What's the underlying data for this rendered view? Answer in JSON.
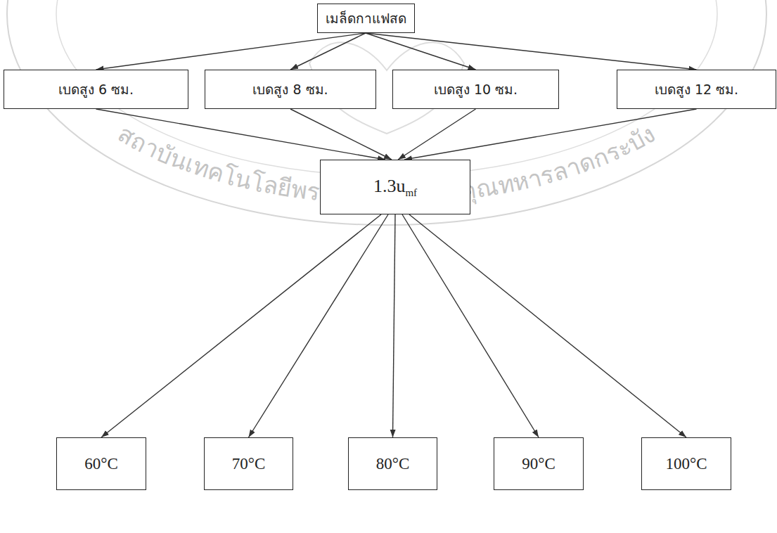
{
  "diagram": {
    "nodes": [
      {
        "text": [
          "เมล็ดกาแฟสด"
        ]
      },
      {
        "text": [
          "เบดสูง 6 ซม."
        ]
      },
      {
        "text": [
          "เบดสูง 8 ซม."
        ]
      },
      {
        "text": [
          "เบดสูง 10 ซม."
        ]
      },
      {
        "text": [
          "เบดสูง 12 ซม."
        ]
      },
      {
        "text": [
          "1.3u",
          "mf"
        ]
      },
      {
        "text": [
          "60°C"
        ]
      },
      {
        "text": [
          "70°C"
        ]
      },
      {
        "text": [
          "80°C"
        ]
      },
      {
        "text": [
          "90°C"
        ]
      },
      {
        "text": [
          "100°C"
        ]
      }
    ],
    "edges": [
      {
        "from": 0,
        "to": 1,
        "arrow": "to"
      },
      {
        "from": 0,
        "to": 2,
        "arrow": "to"
      },
      {
        "from": 0,
        "to": 3,
        "arrow": "to"
      },
      {
        "from": 0,
        "to": 4,
        "arrow": "to"
      },
      {
        "from": 1,
        "to": 5,
        "arrow": "to"
      },
      {
        "from": 2,
        "to": 5,
        "arrow": "to"
      },
      {
        "from": 3,
        "to": 5,
        "arrow": "to"
      },
      {
        "from": 4,
        "to": 5,
        "arrow": "to"
      },
      {
        "from": 5,
        "to": 6,
        "arrow": "to"
      },
      {
        "from": 5,
        "to": 7,
        "arrow": "to"
      },
      {
        "from": 5,
        "to": 8,
        "arrow": "to"
      },
      {
        "from": 5,
        "to": 9,
        "arrow": "to"
      },
      {
        "from": 5,
        "to": 10,
        "arrow": "to"
      }
    ],
    "labels": [
      "สถาบันเทคโนโลยีพระจอมเกล้าเจ้าคุณทหารลาดกระบัง"
    ]
  }
}
